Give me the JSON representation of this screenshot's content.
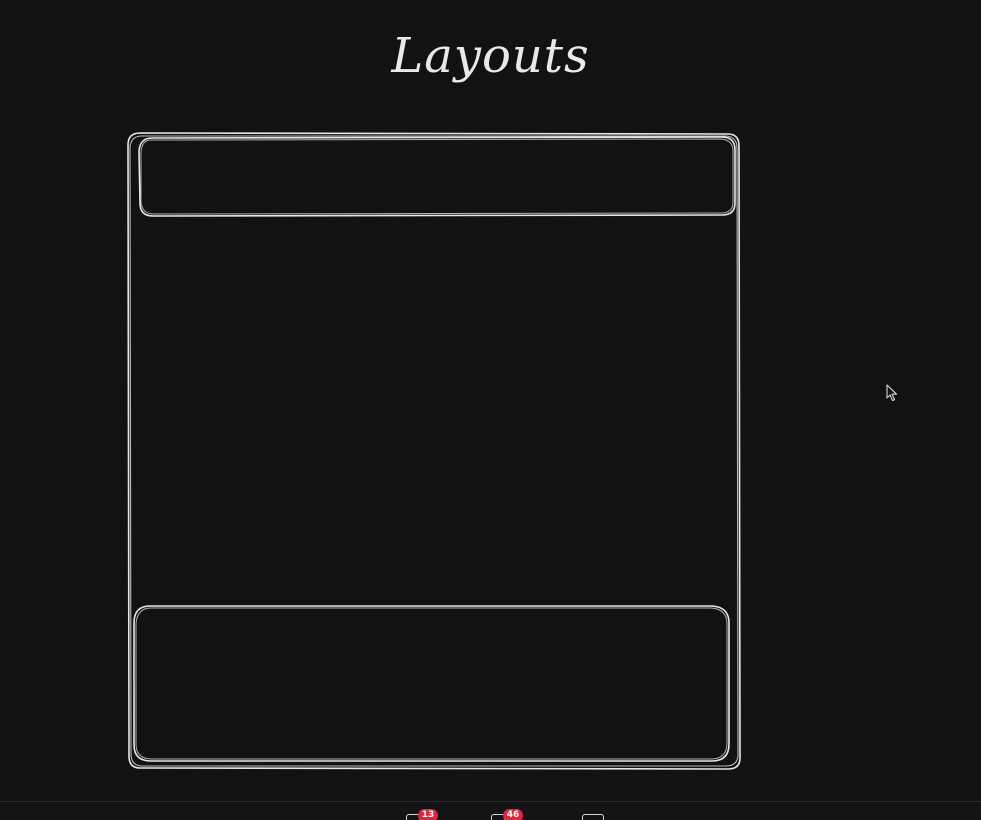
{
  "canvas": {
    "title": "Layouts",
    "background": "#121214",
    "stroke_color": "#e6e6e6"
  },
  "toolbar": {
    "items": [
      {
        "icon": "chat-icon",
        "badge": "13"
      },
      {
        "icon": "notes-icon",
        "badge": "46"
      },
      {
        "icon": "window-icon",
        "badge": ""
      }
    ],
    "badge_color": "#e0263f"
  }
}
